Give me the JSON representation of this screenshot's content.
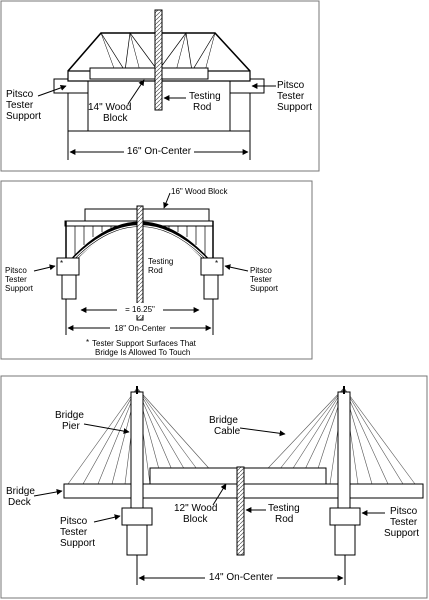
{
  "panel1": {
    "left_support": [
      "Pitsco",
      "Tester",
      "Support"
    ],
    "right_support": [
      "Pitsco",
      "Tester",
      "Support"
    ],
    "block": [
      "14\" Wood",
      "Block"
    ],
    "rod": [
      "Testing",
      "Rod"
    ],
    "span": "16\" On-Center"
  },
  "panel2": {
    "block": "16\" Wood Block",
    "left_support": [
      "Pitsco",
      "Tester",
      "Support"
    ],
    "right_support": [
      "Pitsco",
      "Tester",
      "Support"
    ],
    "rod": [
      "Testing",
      "Rod"
    ],
    "inner_span": "= 16.25\"",
    "span": "18\" On-Center",
    "note": [
      "Tester Support Surfaces That",
      "Bridge Is Allowed To Touch"
    ],
    "note_marker": "*"
  },
  "panel3": {
    "pier": [
      "Bridge",
      "Pier"
    ],
    "cable": [
      "Bridge",
      "Cable"
    ],
    "deck": [
      "Bridge",
      "Deck"
    ],
    "block": [
      "12\" Wood",
      "Block"
    ],
    "rod": [
      "Testing",
      "Rod"
    ],
    "left_support": [
      "Pitsco",
      "Tester",
      "Support"
    ],
    "right_support": [
      "Pitsco",
      "Tester",
      "Support"
    ],
    "span": "14\" On-Center"
  }
}
